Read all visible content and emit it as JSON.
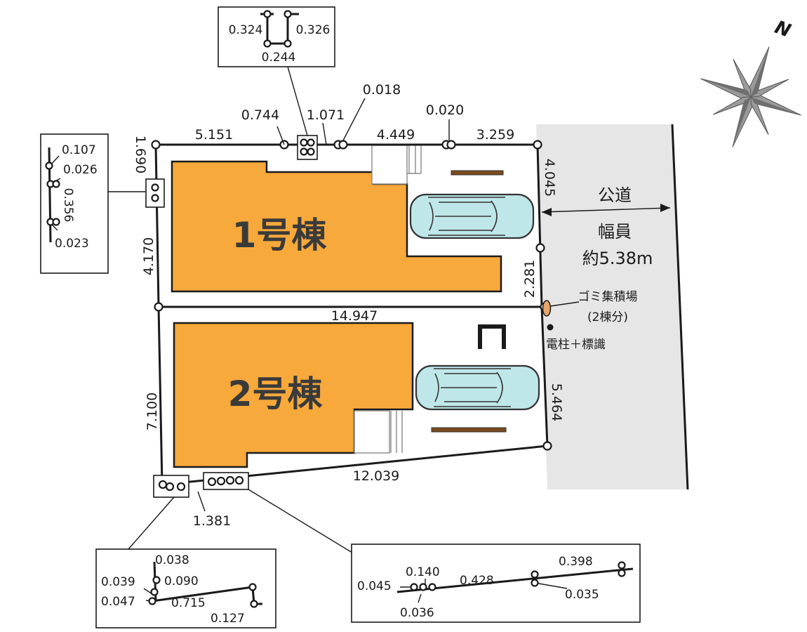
{
  "compass": {
    "north_label": "N"
  },
  "buildings": {
    "b1": "1号棟",
    "b2": "2号棟"
  },
  "road": {
    "name": "公道",
    "width_label": "幅員",
    "width_value": "約5.38m"
  },
  "facilities": {
    "garbage": "ゴミ集積場",
    "garbage_note": "(2棟分)",
    "pole": "電柱＋標識"
  },
  "dimensions": {
    "top_1": "5.151",
    "top_2": "4.449",
    "top_3": "3.259",
    "top_offset_a": "0.744",
    "top_offset_b": "1.071",
    "top_offset_c": "0.018",
    "top_offset_d": "0.020",
    "left_top": "1.690",
    "left_mid": "4.170",
    "left_low": "7.100",
    "right_top": "4.045",
    "right_mid": "2.281",
    "right_low": "5.464",
    "middle": "14.947",
    "bottom": "12.039",
    "bottom_left": "1.381"
  },
  "callouts": {
    "top": {
      "a": "0.324",
      "b": "0.326",
      "c": "0.244"
    },
    "left": {
      "a": "0.107",
      "b": "0.026",
      "c": "0.356",
      "d": "0.023"
    },
    "bottom_left": {
      "a": "0.038",
      "b": "0.039",
      "c": "0.090",
      "d": "0.047",
      "e": "0.715",
      "f": "0.127"
    },
    "bottom_right": {
      "a": "0.140",
      "b": "0.045",
      "c": "0.036",
      "d": "0.428",
      "e": "0.398",
      "f": "0.035"
    }
  },
  "colors": {
    "building": "#f7a93b",
    "road": "#e6e6e6",
    "car": "#bfe7ea",
    "garbage_marker": "#e7a56b"
  }
}
